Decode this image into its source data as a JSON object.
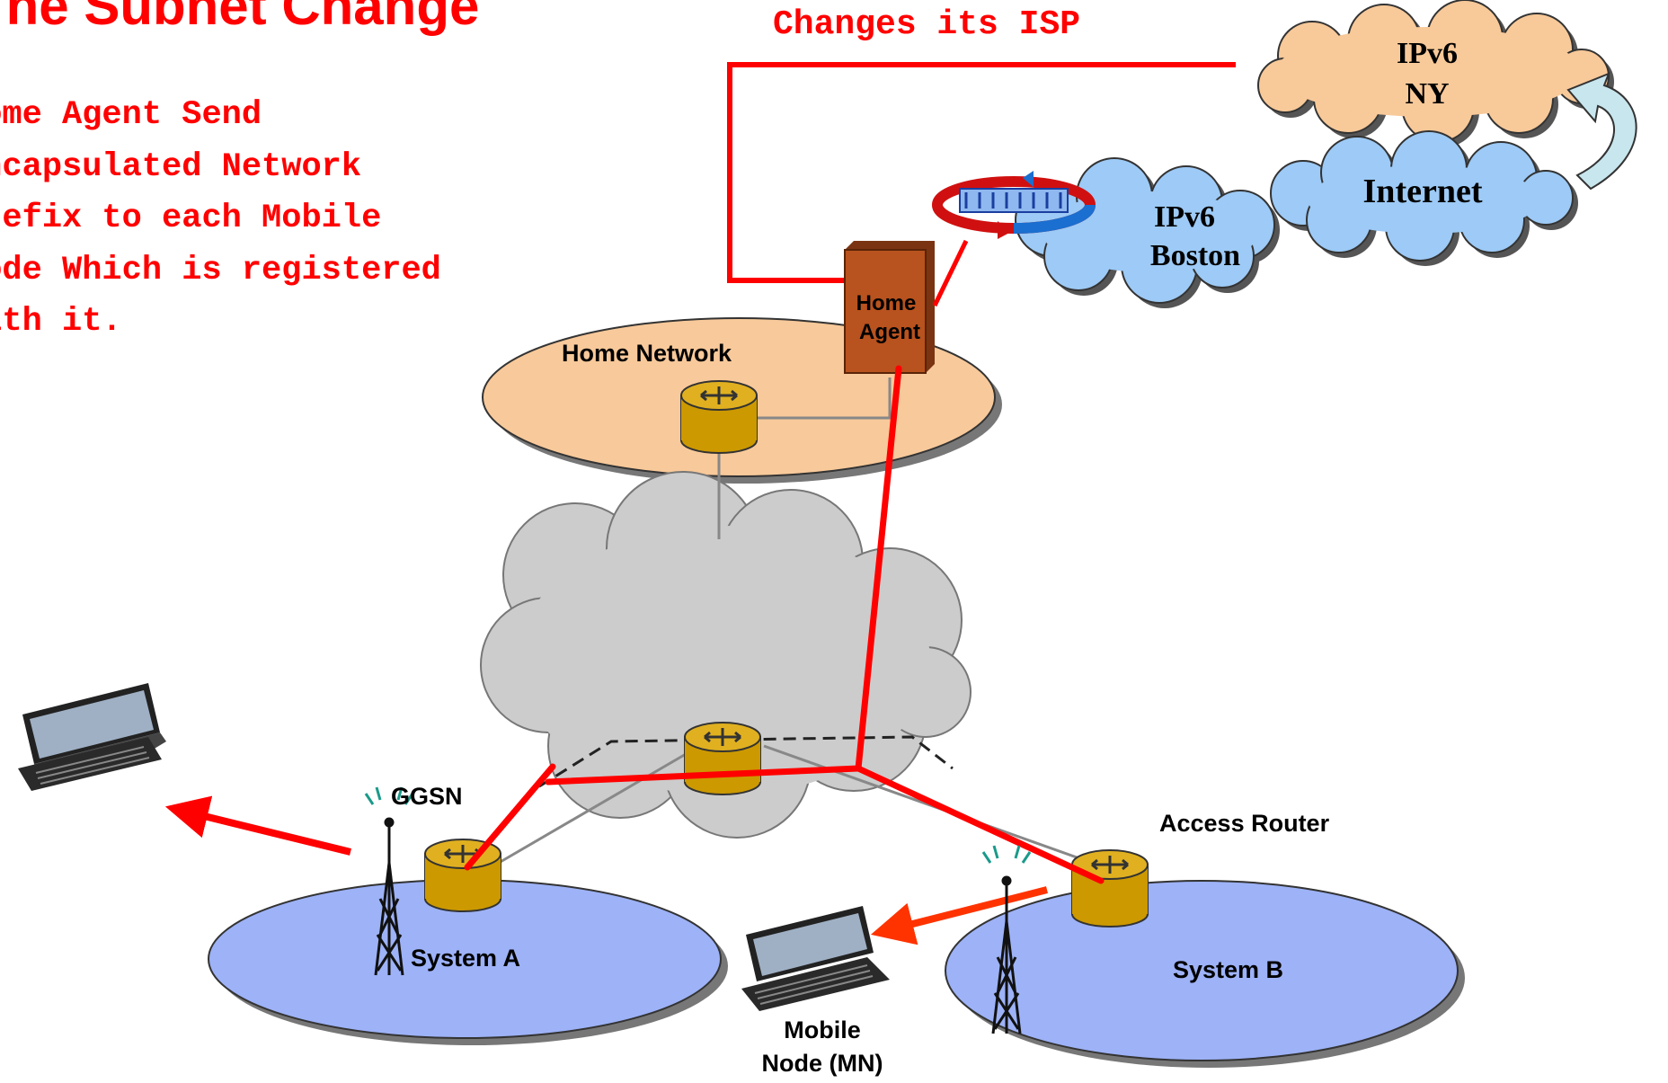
{
  "title": "The Subnet Change",
  "isp_note": "Changes its ISP",
  "body_lines": [
    "Home Agent Send",
    "Encapsulated Network",
    "Prefix to each Mobile",
    "Node Which is registered",
    "with it."
  ],
  "clouds": {
    "ny": [
      "IPv6",
      "NY"
    ],
    "boston": [
      "IPv6",
      "Boston"
    ],
    "internet": "Internet"
  },
  "home_agent": [
    "Home",
    "Agent"
  ],
  "home_network": "Home Network",
  "ggsn": "GGSN",
  "access_router": "Access Router",
  "system_a": "System A",
  "system_b": "System B",
  "mobile_node": [
    "Mobile",
    "Node (MN)"
  ],
  "colors": {
    "accent": "#ff0000",
    "home_network_fill": "#f8c99a",
    "system_fill": "#9db2f7",
    "core_cloud_fill": "#cccccc",
    "ny_cloud_fill": "#f8c999",
    "boston_cloud_fill": "#9dcaf6",
    "home_agent_fill": "#b8521e",
    "router_fill": "#cc9900"
  }
}
